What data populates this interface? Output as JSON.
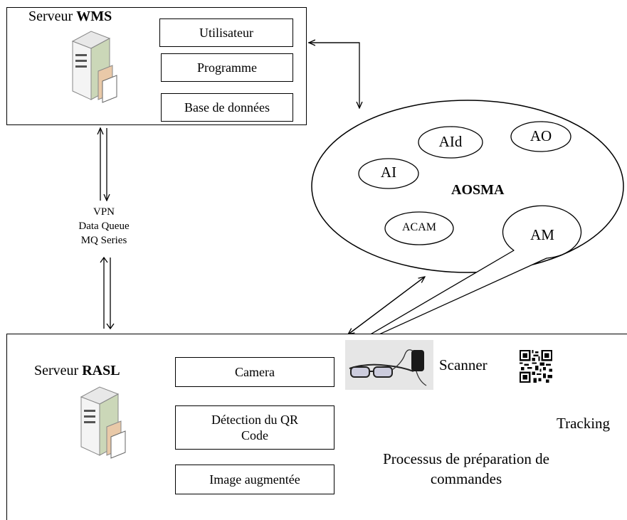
{
  "wms": {
    "title_prefix": "Serveur ",
    "title_bold": "WMS",
    "modules": [
      "Utilisateur",
      "Programme",
      "Base de données"
    ]
  },
  "link": {
    "lines": [
      "VPN",
      "Data Queue",
      "MQ Series"
    ]
  },
  "aosma": {
    "title": "AOSMA",
    "agents": [
      "AId",
      "AO",
      "AI",
      "ACAM",
      "AM"
    ]
  },
  "rasl": {
    "title_prefix": "Serveur ",
    "title_bold": "RASL",
    "modules": [
      "Camera",
      "Détection du QR Code",
      "Image augmentée"
    ]
  },
  "devices": {
    "scanner_label": "Scanner",
    "tracking_label": "Tracking",
    "process_label": "Processus de préparation de commandes"
  },
  "icons": {
    "server": "server-tower-icon",
    "glasses": "smart-glasses-icon",
    "qr": "qr-code-icon"
  }
}
